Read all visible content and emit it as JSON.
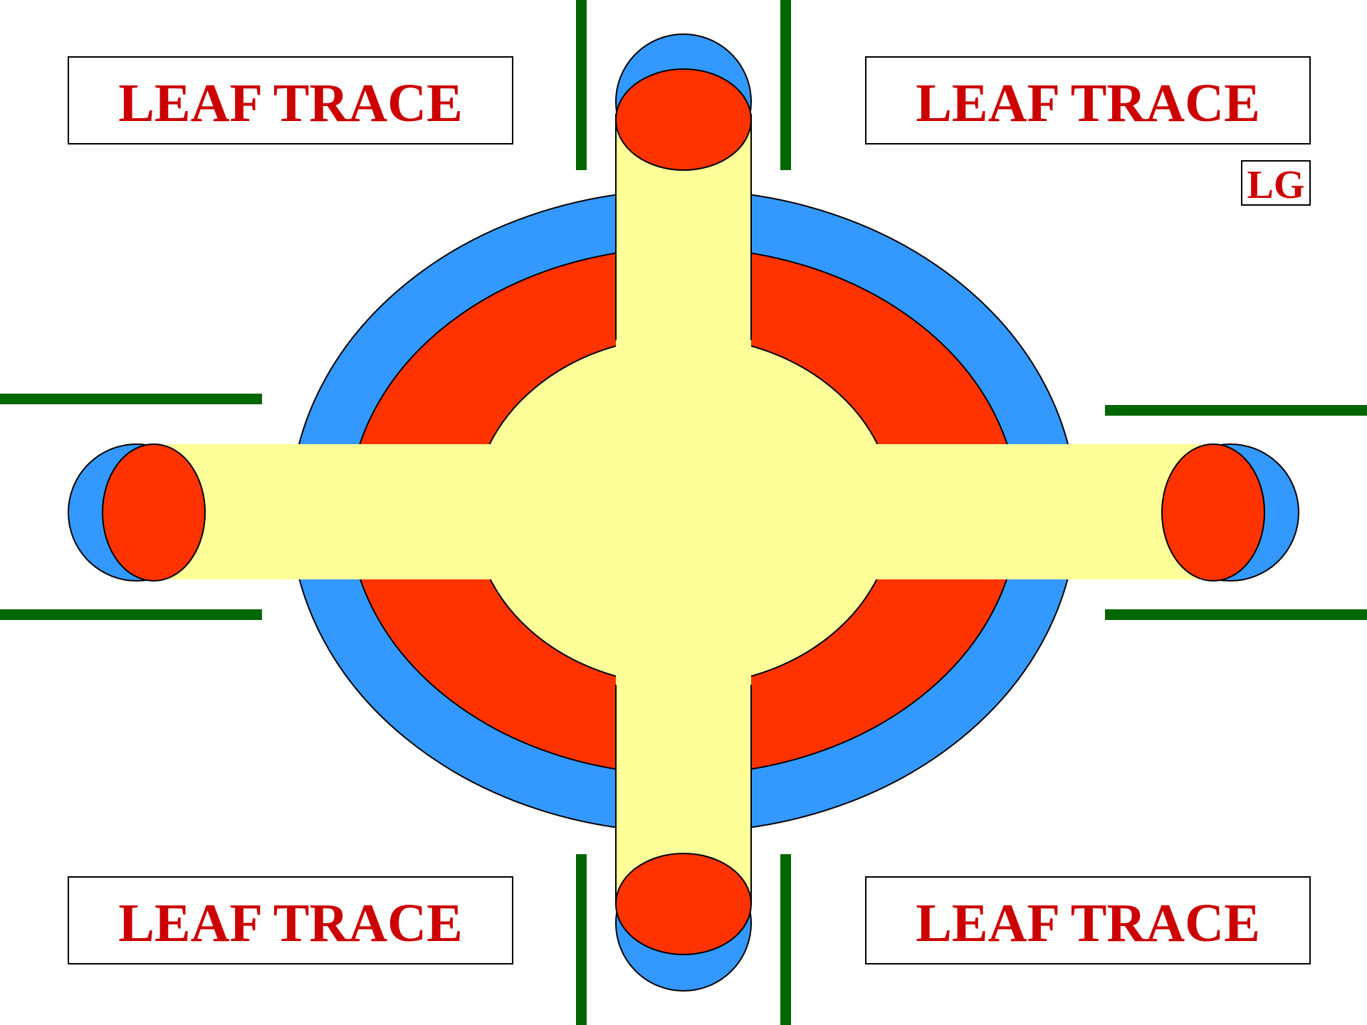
{
  "labels": {
    "top_left": "LEAF TRACE",
    "top_right": "LEAF TRACE",
    "bottom_left": "LEAF TRACE",
    "bottom_right": "LEAF TRACE",
    "corner_mark": "LG"
  },
  "colors": {
    "blue": "#3399ff",
    "red": "#ff3300",
    "yellow": "#ffff99",
    "green": "#006600",
    "label_text": "#cc0000",
    "outline": "#000000"
  }
}
